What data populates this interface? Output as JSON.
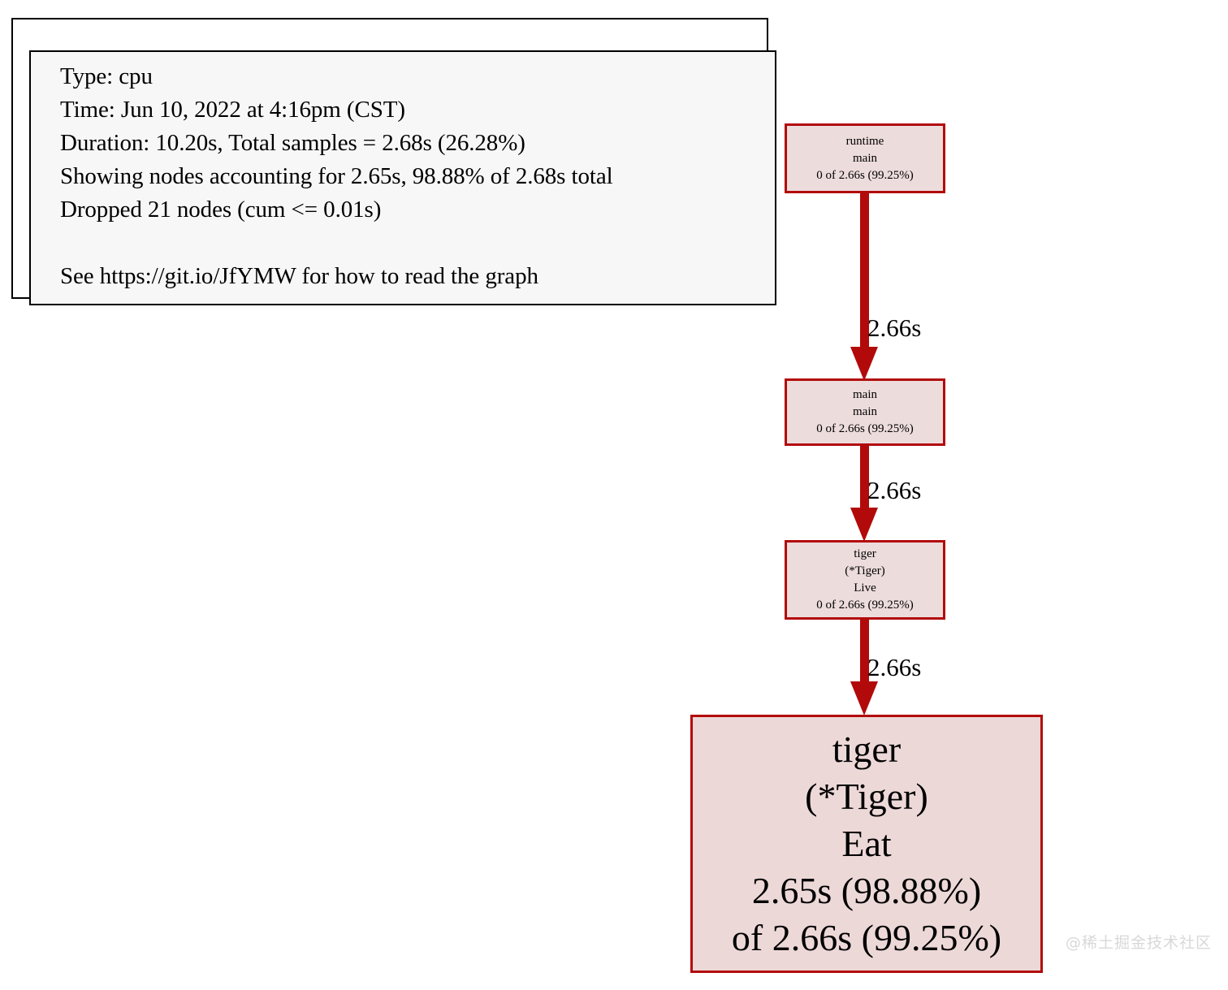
{
  "legend": {
    "lines": [
      "Type: cpu",
      "Time: Jun 10, 2022 at 4:16pm (CST)",
      "Duration: 10.20s, Total samples = 2.68s (26.28%)",
      "Showing nodes accounting for 2.65s, 98.88% of 2.68s total",
      "Dropped 21 nodes (cum <= 0.01s)",
      "",
      "See https://git.io/JfYMW for how to read the graph"
    ],
    "profile_type": "cpu",
    "time": "Jun 10, 2022 at 4:16pm (CST)",
    "duration": "10.20s",
    "total_samples": "2.68s",
    "total_samples_pct": "26.28%",
    "showing_nodes_value": "2.65s",
    "showing_nodes_pct": "98.88%",
    "showing_of_total": "2.68s",
    "dropped_nodes": "21",
    "dropped_cum_threshold": "0.01s",
    "help_url": "https://git.io/JfYMW"
  },
  "graph": {
    "node_fill": "#eddcdc",
    "node_border": "#b20a0a",
    "edge_color": "#b20a0a",
    "nodes": [
      {
        "id": "runtime-main",
        "package": "runtime",
        "function": "main",
        "stats": "0 of 2.66s (99.25%)",
        "flat": "0",
        "cum": "2.66s",
        "cum_pct": "99.25%",
        "lines": [
          "runtime",
          "main",
          "0 of 2.66s (99.25%)"
        ]
      },
      {
        "id": "main-main",
        "package": "main",
        "function": "main",
        "stats": "0 of 2.66s (99.25%)",
        "flat": "0",
        "cum": "2.66s",
        "cum_pct": "99.25%",
        "lines": [
          "main",
          "main",
          "0 of 2.66s (99.25%)"
        ]
      },
      {
        "id": "tiger-live",
        "package": "tiger",
        "receiver": "(*Tiger)",
        "function": "Live",
        "stats": "0 of 2.66s (99.25%)",
        "flat": "0",
        "cum": "2.66s",
        "cum_pct": "99.25%",
        "lines": [
          "tiger",
          "(*Tiger)",
          "Live",
          "0 of 2.66s (99.25%)"
        ]
      },
      {
        "id": "tiger-eat",
        "package": "tiger",
        "receiver": "(*Tiger)",
        "function": "Eat",
        "flat": "2.65s",
        "flat_pct": "98.88%",
        "cum": "2.66s",
        "cum_pct": "99.25%",
        "lines": [
          "tiger",
          "(*Tiger)",
          "Eat",
          "2.65s (98.88%)",
          "of 2.66s (99.25%)"
        ]
      }
    ],
    "edges": [
      {
        "id": "edge1",
        "from": "runtime-main",
        "to": "main-main",
        "label": "2.66s"
      },
      {
        "id": "edge2",
        "from": "main-main",
        "to": "tiger-live",
        "label": "2.66s"
      },
      {
        "id": "edge3",
        "from": "tiger-live",
        "to": "tiger-eat",
        "label": "2.66s"
      }
    ]
  },
  "watermark": {
    "text": "@稀土掘金技术社区"
  }
}
